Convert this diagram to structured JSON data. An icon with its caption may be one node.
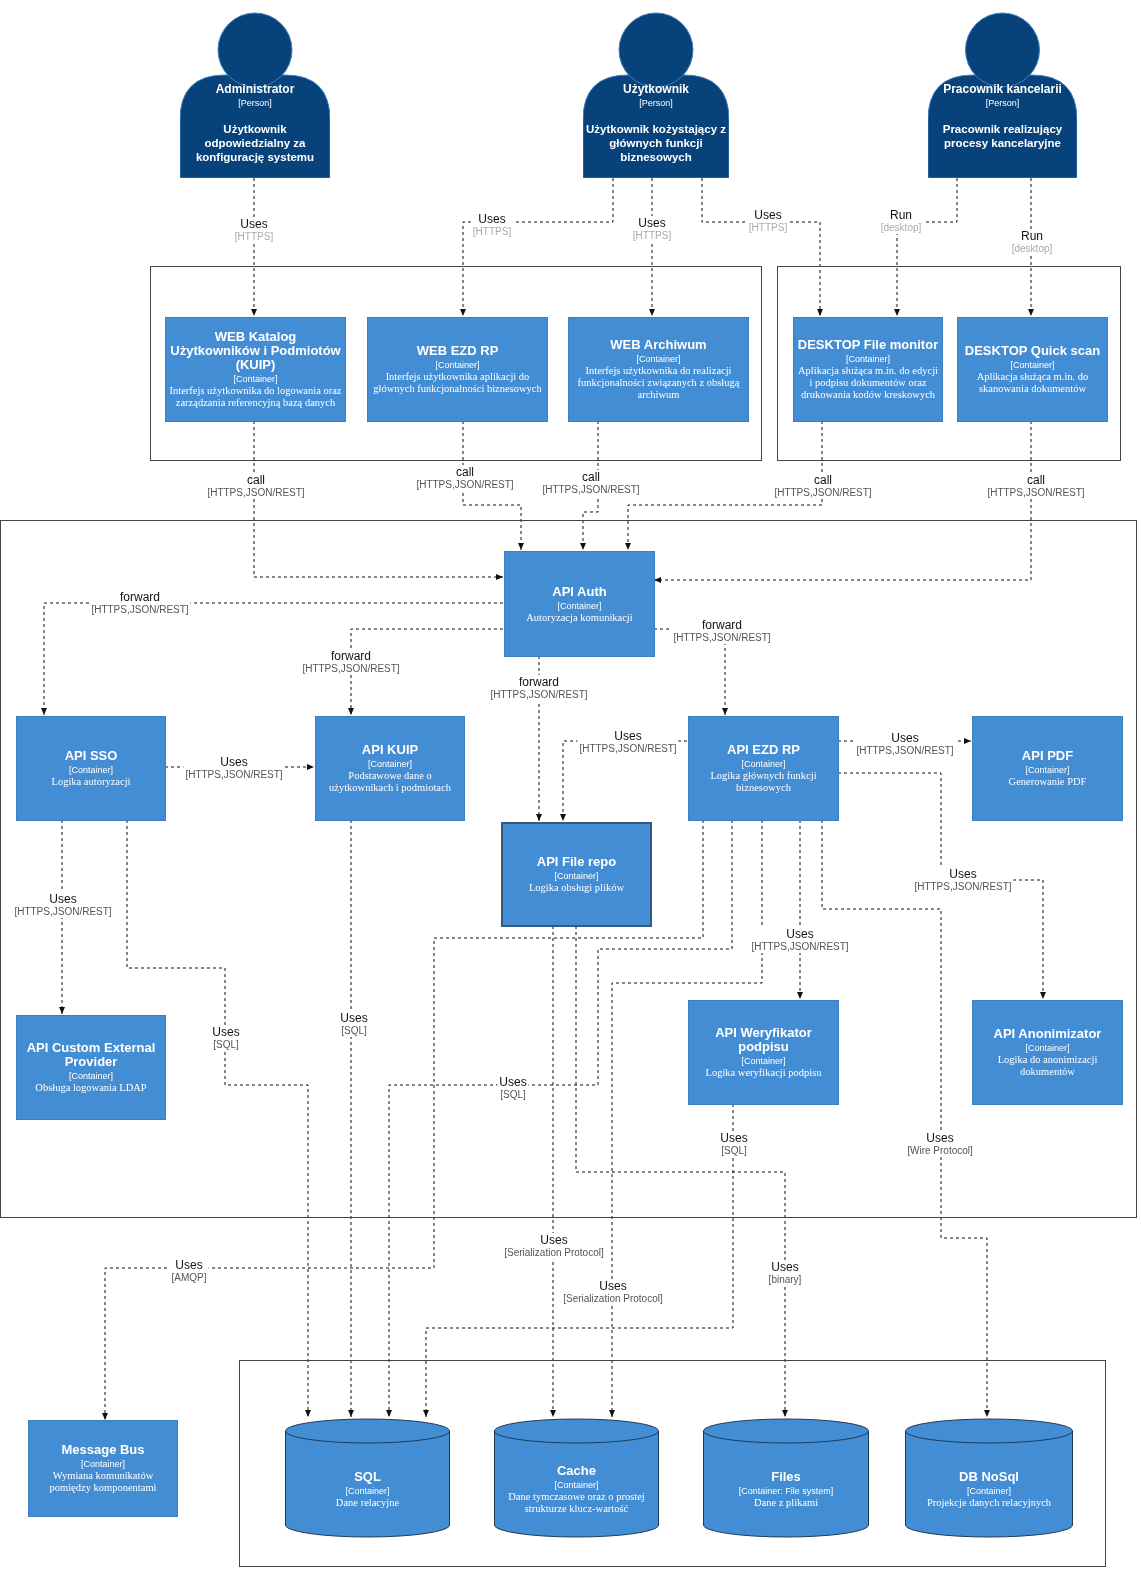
{
  "diagram": {
    "nodes": [
      {
        "text": [
          "Administrator",
          "[Person]",
          "Użytkownik odpowiedzialny za konfigurację systemu"
        ]
      },
      {
        "text": [
          "Użytkownik",
          "[Person]",
          "Użytkownik kożystający z głównych funkcji biznesowych"
        ]
      },
      {
        "text": [
          "Pracownik kancelarii",
          "[Person]",
          "Pracownik realizujący procesy kancelaryjne"
        ]
      },
      {
        "text": [],
        "shape": "box"
      },
      {
        "text": [
          "WEB Katalog Użytkowników i Podmiotów (KUIP)",
          "[Container]",
          "Interfejs użytkownika do logowania oraz zarządzania referencyjną bazą danych"
        ],
        "in": 3
      },
      {
        "text": [
          "WEB EZD RP",
          "[Container]",
          "Interfejs użytkownika aplikacji do głównych funkcjonalności biznesowych"
        ],
        "in": 3
      },
      {
        "text": [
          "WEB Archiwum",
          "[Container]",
          "Interfejs użytkownika do realizacji funkcjonalności związanych z obsługą archiwum"
        ],
        "in": 3
      },
      {
        "text": [],
        "shape": "box"
      },
      {
        "text": [
          "DESKTOP File monitor",
          "[Container]",
          "Aplikacja służąca m.in. do edycji i podpisu dokumentów oraz drukowania kodów kreskowych"
        ],
        "in": 7
      },
      {
        "text": [
          "DESKTOP Quick scan",
          "[Container]",
          "Aplikacja służąca m.in. do skanowania dokumentów"
        ],
        "in": 7
      },
      {
        "text": [],
        "shape": "box"
      },
      {
        "text": [
          "API Auth",
          "[Container]",
          "Autoryzacja komunikacji"
        ],
        "in": 10
      },
      {
        "text": [
          "API SSO",
          "[Container]",
          "Logika autoryzacji"
        ],
        "in": 10
      },
      {
        "text": [
          "API KUIP",
          "[Container]",
          "Podstawowe dane o użytkownikach i podmiotach"
        ],
        "in": 10
      },
      {
        "text": [
          "API File repo",
          "[Container]",
          "Logika obsługi plików"
        ],
        "in": 10
      },
      {
        "text": [
          "API EZD RP",
          "[Container]",
          "Logika głównych funkcji biznesowych"
        ],
        "in": 10
      },
      {
        "text": [
          "API PDF",
          "[Container]",
          "Generowanie PDF"
        ],
        "in": 10
      },
      {
        "text": [
          "API Custom External Provider",
          "[Container]",
          "Obsługa logowania LDAP"
        ],
        "in": 10
      },
      {
        "text": [
          "API Weryfikator podpisu",
          "[Container]",
          "Logika weryfikacji podpisu"
        ],
        "in": 10
      },
      {
        "text": [
          "API Anonimizator",
          "[Container]",
          "Logika do anonimizacji dokumentów"
        ],
        "in": 10
      },
      {
        "text": [
          "Message Bus",
          "[Container]",
          "Wymiana komunikatów pomiędzy komponentami"
        ]
      },
      {
        "text": [],
        "shape": "box"
      },
      {
        "text": [
          "SQL",
          "[Container]",
          "Dane relacyjne"
        ],
        "in": 21
      },
      {
        "text": [
          "Cache",
          "[Container]",
          "Dane tymczasowe oraz o prostej strukturze klucz-wartość"
        ],
        "in": 21
      },
      {
        "text": [
          "Files",
          "[Container: File system]",
          "Dane z plikami"
        ],
        "in": 21
      },
      {
        "text": [
          "DB NoSql",
          "[Container]",
          "Projekcje danych relacyjnych"
        ],
        "in": 21
      }
    ],
    "edges": [
      {
        "from": 0,
        "to": 4,
        "arrow": "to",
        "label": "Uses [HTTPS]"
      },
      {
        "from": 1,
        "to": 5,
        "arrow": "to",
        "label": "Uses [HTTPS]"
      },
      {
        "from": 1,
        "to": 6,
        "arrow": "to",
        "label": "Uses [HTTPS]"
      },
      {
        "from": 1,
        "to": 8,
        "arrow": "to",
        "label": "Uses [HTTPS]"
      },
      {
        "from": 2,
        "to": 8,
        "arrow": "to",
        "label": "Run [desktop]"
      },
      {
        "from": 2,
        "to": 9,
        "arrow": "to",
        "label": "Run [desktop]"
      },
      {
        "from": 4,
        "to": 11,
        "arrow": "to",
        "label": "call [HTTPS,JSON/REST]"
      },
      {
        "from": 5,
        "to": 11,
        "arrow": "to",
        "label": "call [HTTPS,JSON/REST]"
      },
      {
        "from": 6,
        "to": 11,
        "arrow": "to",
        "label": "call [HTTPS,JSON/REST]"
      },
      {
        "from": 8,
        "to": 11,
        "arrow": "to",
        "label": "call [HTTPS,JSON/REST]"
      },
      {
        "from": 9,
        "to": 11,
        "arrow": "to",
        "label": "call [HTTPS,JSON/REST]"
      },
      {
        "from": 11,
        "to": 12,
        "arrow": "to",
        "label": "forward [HTTPS,JSON/REST]"
      },
      {
        "from": 11,
        "to": 13,
        "arrow": "to",
        "label": "forward [HTTPS,JSON/REST]"
      },
      {
        "from": 11,
        "to": 14,
        "arrow": "to",
        "label": "forward [HTTPS,JSON/REST]"
      },
      {
        "from": 11,
        "to": 15,
        "arrow": "to",
        "label": "forward [HTTPS,JSON/REST]"
      },
      {
        "from": 12,
        "to": 13,
        "arrow": "to",
        "label": "Uses [HTTPS,JSON/REST]"
      },
      {
        "from": 12,
        "to": 17,
        "arrow": "to",
        "label": "Uses [HTTPS,JSON/REST]"
      },
      {
        "from": 12,
        "to": 22,
        "arrow": "to",
        "label": "Uses [SQL]"
      },
      {
        "from": 13,
        "to": 22,
        "arrow": "to",
        "label": "Uses [SQL]"
      },
      {
        "from": 15,
        "to": 14,
        "arrow": "to",
        "label": "Uses [HTTPS,JSON/REST]"
      },
      {
        "from": 15,
        "to": 16,
        "arrow": "to",
        "label": "Uses [HTTPS,JSON/REST]"
      },
      {
        "from": 15,
        "to": 18,
        "arrow": "to",
        "label": "Uses [HTTPS,JSON/REST]"
      },
      {
        "from": 15,
        "to": 19,
        "arrow": "to",
        "label": "Uses [HTTPS,JSON/REST]"
      },
      {
        "from": 15,
        "to": 25,
        "arrow": "to",
        "label": "Uses [Wire Protocol]"
      },
      {
        "from": 15,
        "to": 20,
        "arrow": "to",
        "label": "Uses [AMQP]"
      },
      {
        "from": 15,
        "to": 22,
        "arrow": "to",
        "label": "Uses [SQL]"
      },
      {
        "from": 15,
        "to": 23,
        "arrow": "to",
        "label": "Uses [Serialization Protocol]"
      },
      {
        "from": 14,
        "to": 23,
        "arrow": "to",
        "label": "Uses [Serialization Protocol]"
      },
      {
        "from": 14,
        "to": 24,
        "arrow": "to",
        "label": "Uses [binary]"
      },
      {
        "from": 18,
        "to": 22,
        "arrow": "to",
        "label": "Uses [SQL]"
      }
    ]
  }
}
